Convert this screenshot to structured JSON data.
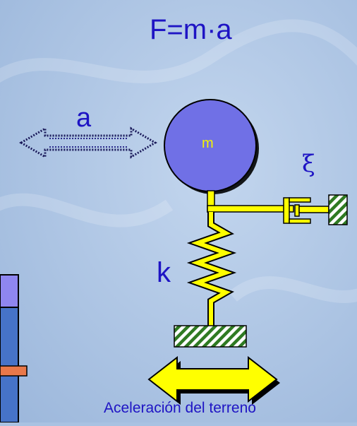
{
  "formula": "F=m·a",
  "labels": {
    "acceleration": "a",
    "mass": "m",
    "damping": "ξ",
    "stiffness": "k"
  },
  "caption": "Aceleración del terreno",
  "colors": {
    "background": "#a9c2e2",
    "text": "#1e14c4",
    "mass_fill": "#7070e6",
    "mass_label": "#f4f400",
    "structure": "#ffff00",
    "ground_hatch": "#2f7a22",
    "column": "#4673c8",
    "column_cap": "#8f86f0",
    "column_band": "#e8784a"
  },
  "icons": {
    "acceleration_arrow": "dotted-double-arrow-icon",
    "ground_arrow": "double-arrow-icon",
    "damper": "dashpot-icon",
    "spring": "zigzag-spring-icon",
    "ground": "hatched-ground-icon"
  }
}
